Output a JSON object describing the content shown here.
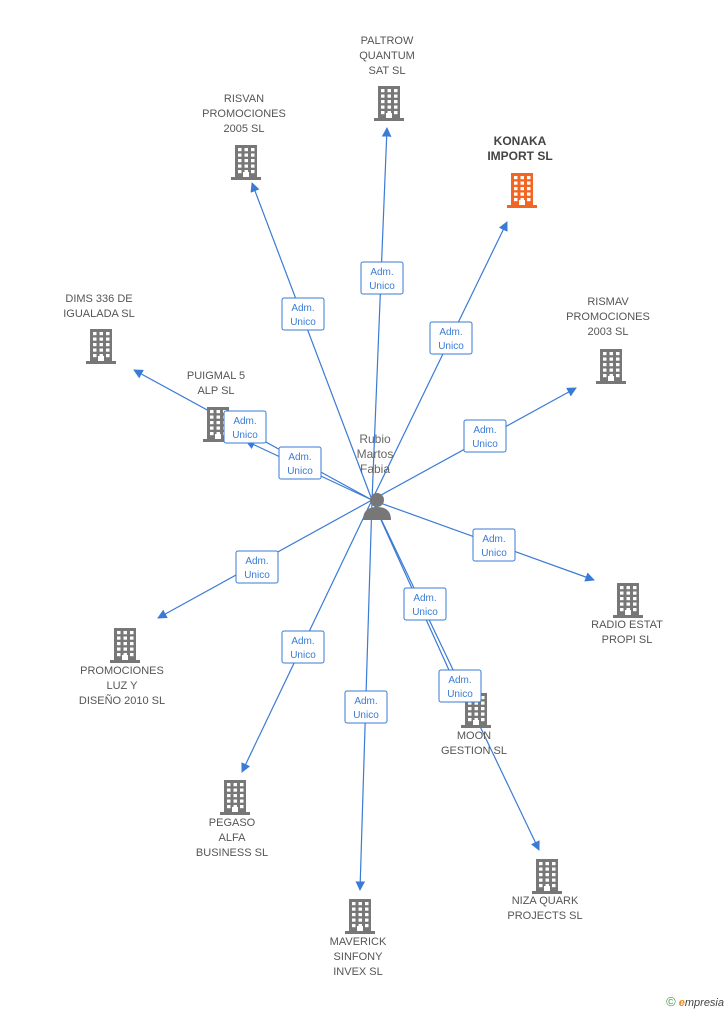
{
  "colors": {
    "edge": "#3a7bd5",
    "building": "#777777",
    "building_highlight": "#f26522",
    "person": "#777777"
  },
  "person": {
    "lines": [
      "Rubio",
      "Martos",
      "Fabia"
    ],
    "icon": "person-icon"
  },
  "companies": [
    {
      "id": "paltrow",
      "lines": [
        "PALTROW",
        "QUANTUM",
        "SAT  SL"
      ],
      "icon": "building-icon"
    },
    {
      "id": "risvan",
      "lines": [
        "RISVAN",
        "PROMOCIONES",
        "2005 SL"
      ],
      "icon": "building-icon"
    },
    {
      "id": "konaka",
      "lines": [
        "KONAKA",
        "IMPORT SL"
      ],
      "icon": "building-icon",
      "highlight": true
    },
    {
      "id": "dims",
      "lines": [
        "DIMS 336 DE",
        "IGUALADA SL"
      ],
      "icon": "building-icon"
    },
    {
      "id": "rismav",
      "lines": [
        "RISMAV",
        "PROMOCIONES",
        "2003 SL"
      ],
      "icon": "building-icon"
    },
    {
      "id": "puigmal",
      "lines": [
        "PUIGMAL 5",
        "ALP SL"
      ],
      "icon": "building-icon"
    },
    {
      "id": "radio",
      "lines": [
        "RADIO ESTAT",
        "PROPI SL"
      ],
      "icon": "building-icon"
    },
    {
      "id": "promociones-luz",
      "lines": [
        "PROMOCIONES",
        "LUZ Y",
        "DISEÑO 2010 SL"
      ],
      "icon": "building-icon"
    },
    {
      "id": "moon",
      "lines": [
        "MOON",
        "GESTION SL"
      ],
      "icon": "building-icon"
    },
    {
      "id": "pegaso",
      "lines": [
        "PEGASO",
        "ALFA",
        "BUSINESS  SL"
      ],
      "icon": "building-icon"
    },
    {
      "id": "niza",
      "lines": [
        "NIZA QUARK",
        "PROJECTS SL"
      ],
      "icon": "building-icon"
    },
    {
      "id": "maverick",
      "lines": [
        "MAVERICK",
        "SINFONY",
        "INVEX SL"
      ],
      "icon": "building-icon"
    }
  ],
  "relations": [
    {
      "target": "paltrow",
      "role": [
        "Adm.",
        "Unico"
      ]
    },
    {
      "target": "risvan",
      "role": [
        "Adm.",
        "Unico"
      ]
    },
    {
      "target": "konaka",
      "role": [
        "Adm.",
        "Unico"
      ]
    },
    {
      "target": "dims",
      "role": [
        "Adm.",
        "Unico"
      ]
    },
    {
      "target": "rismav",
      "role": [
        "Adm.",
        "Unico"
      ]
    },
    {
      "target": "puigmal",
      "role": [
        "Adm.",
        "Unico"
      ]
    },
    {
      "target": "radio",
      "role": [
        "Adm.",
        "Unico"
      ]
    },
    {
      "target": "promociones-luz",
      "role": [
        "Adm.",
        "Unico"
      ]
    },
    {
      "target": "moon",
      "role": [
        "Adm.",
        "Unico"
      ]
    },
    {
      "target": "pegaso",
      "role": [
        "Adm.",
        "Unico"
      ]
    },
    {
      "target": "niza",
      "role": [
        "Adm.",
        "Unico"
      ]
    },
    {
      "target": "maverick",
      "role": [
        "Adm.",
        "Unico"
      ]
    }
  ],
  "footer": {
    "copyright": "©",
    "brand_initial": "e",
    "brand_rest": "mpresia"
  }
}
